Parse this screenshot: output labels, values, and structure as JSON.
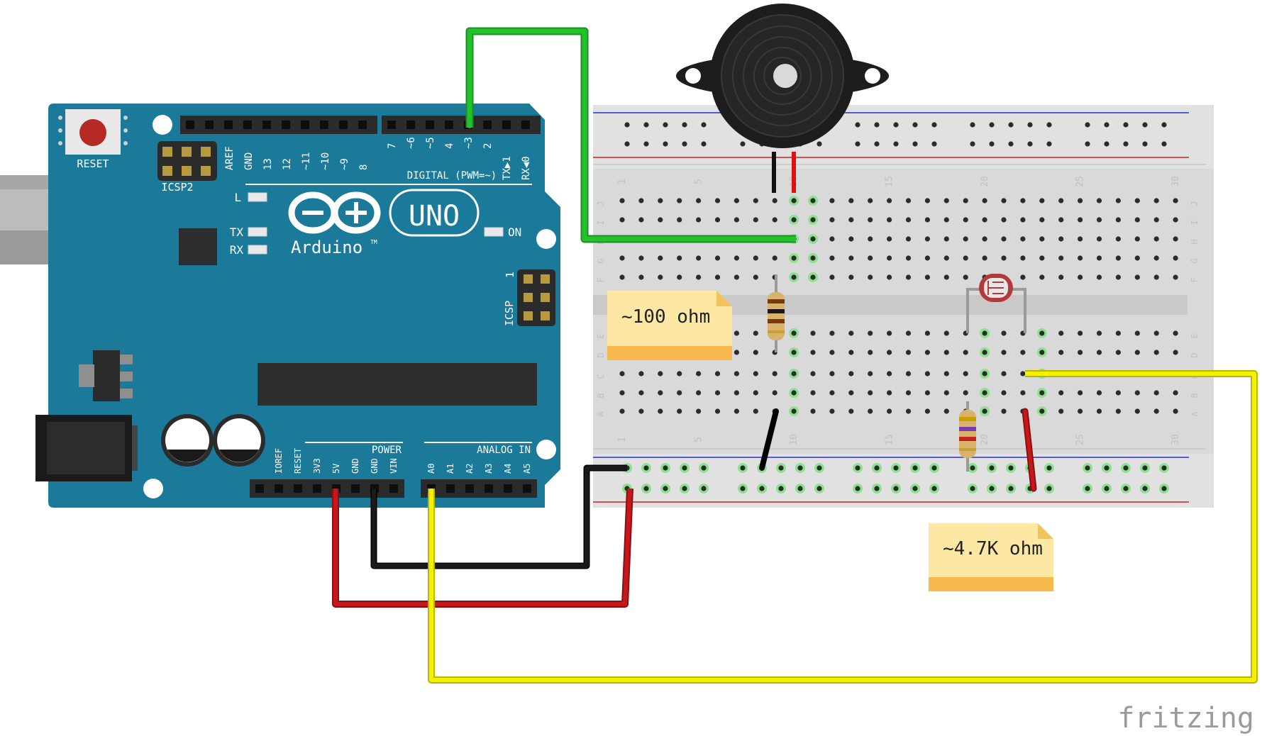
{
  "arduino": {
    "reset_label": "RESET",
    "icsp2_label": "ICSP2",
    "icsp_label": "ICSP",
    "icsp_pin1": "1",
    "top_header_labels_left": [
      "AREF",
      "GND",
      "13",
      "12",
      "~11",
      "~10",
      "~9",
      "8"
    ],
    "top_header_labels_right": [
      "7",
      "~6",
      "~5",
      "4",
      "~3",
      "2",
      "TX▶1",
      "RX◀0"
    ],
    "digital_label": "DIGITAL (PWM=~)",
    "led_l": "L",
    "led_tx": "TX",
    "led_rx": "RX",
    "on_label": "ON",
    "uno_label": "UNO",
    "brand_label": "Arduino",
    "tm": "TM",
    "power_label": "POWER",
    "analog_label": "ANALOG IN",
    "power_pins": [
      "IOREF",
      "RESET",
      "3V3",
      "5V",
      "GND",
      "GND",
      "VIN"
    ],
    "analog_pins": [
      "A0",
      "A1",
      "A2",
      "A3",
      "A4",
      "A5"
    ]
  },
  "breadboard": {
    "row_letters_top": [
      "J",
      "I",
      "H",
      "G",
      "F"
    ],
    "row_letters_bottom": [
      "E",
      "D",
      "C",
      "B",
      "A"
    ],
    "column_numbers": [
      "1",
      "5",
      "10",
      "15",
      "20",
      "25",
      "30"
    ]
  },
  "notes": {
    "resistor1": "~100 ohm",
    "resistor2": "~4.7K ohm"
  },
  "watermark": "fritzing",
  "colors": {
    "board_blue": "#1b7a9a",
    "wire_green": "#22c22b",
    "wire_red": "#c8171b",
    "wire_black": "#1a1a1a",
    "wire_yellow": "#f3f000",
    "note_yellow": "#fde7a4"
  }
}
